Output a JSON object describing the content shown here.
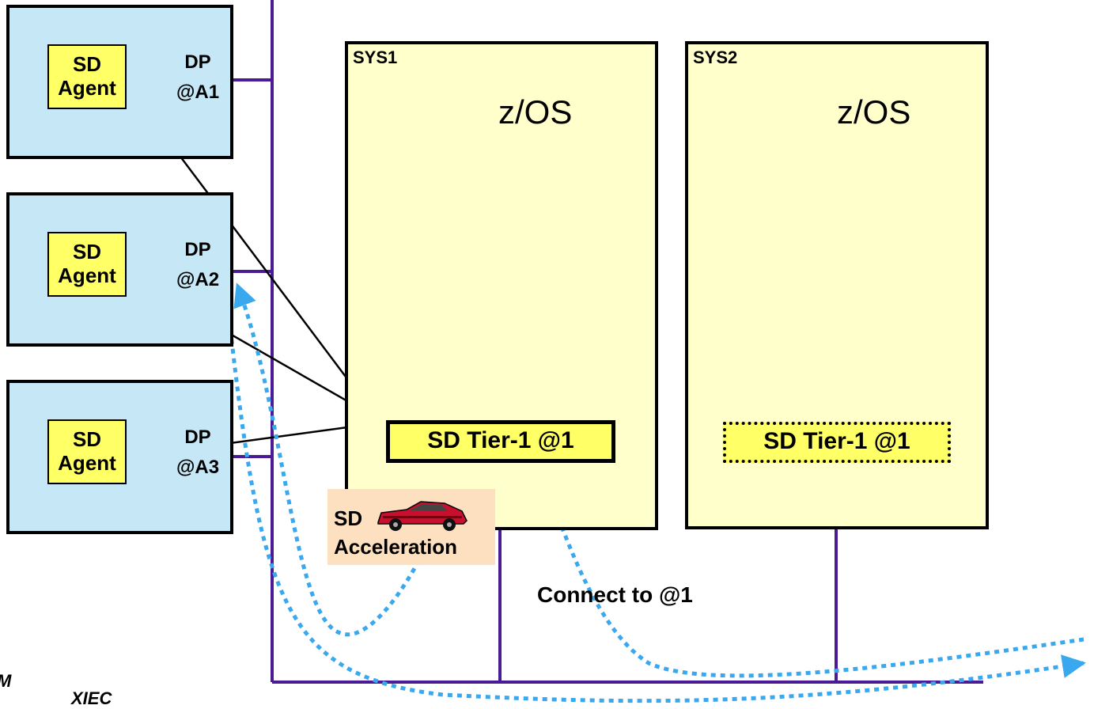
{
  "nodes": [
    {
      "agent_line1": "SD",
      "agent_line2": "Agent",
      "dp_line1": "DP",
      "dp_line2": "@A1"
    },
    {
      "agent_line1": "SD",
      "agent_line2": "Agent",
      "dp_line1": "DP",
      "dp_line2": "@A2"
    },
    {
      "agent_line1": "SD",
      "agent_line2": "Agent",
      "dp_line1": "DP",
      "dp_line2": "@A3"
    }
  ],
  "systems": [
    {
      "name": "SYS1",
      "os": "z/OS",
      "tier": "SD Tier-1 @1"
    },
    {
      "name": "SYS2",
      "os": "z/OS",
      "tier": "SD Tier-1 @1"
    }
  ],
  "acceleration": {
    "line1": "SD",
    "line2": "Acceleration"
  },
  "connect_label": "Connect to @1",
  "corner_fragments": [
    "M",
    "XIEC"
  ],
  "colors": {
    "dp_fill": "#c6e7f5",
    "sys_fill": "#ffffcc",
    "agent_fill": "#ffff66",
    "network_line": "#4b1a96",
    "flow_arrow": "#3aa8ee",
    "accel_fill": "#fde0c0",
    "car": "#c8102e"
  }
}
